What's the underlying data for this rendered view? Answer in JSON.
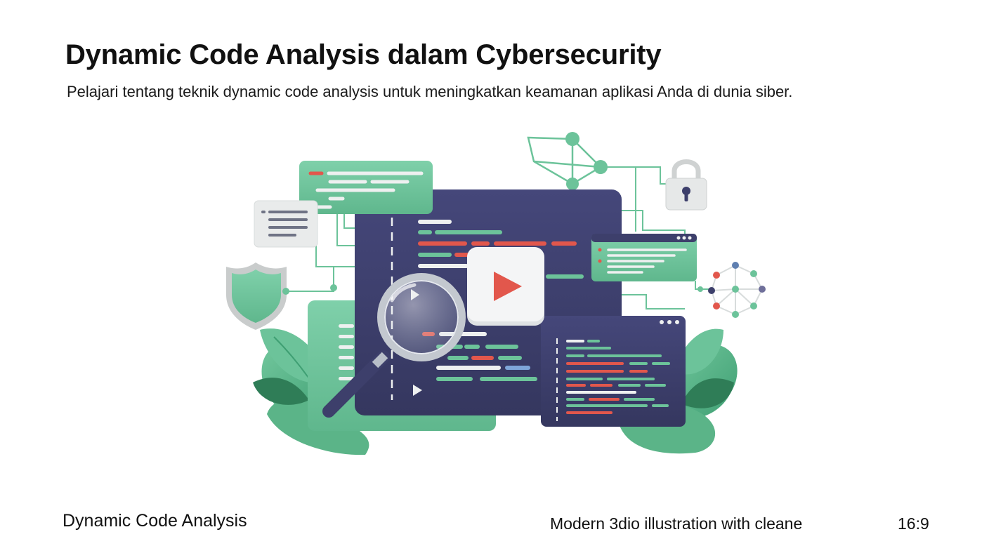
{
  "header": {
    "title": "Dynamic Code Analysis dalam Cybersecurity",
    "subtitle": "Pelajari tentang teknik dynamic code analysis untuk meningkatkan keamanan aplikasi Anda di dunia siber."
  },
  "illustration": {
    "icons": [
      "code-window-icon",
      "play-button-icon",
      "magnifier-icon",
      "shield-icon",
      "padlock-icon",
      "network-nodes-icon",
      "leaf-icon"
    ],
    "colors": {
      "navy": "#3d3f6b",
      "mint": "#6cc39a",
      "red": "#e2574c",
      "light": "#eef0f0",
      "leaf": "#5bb488"
    }
  },
  "footer": {
    "label": "Dynamic Code Analysis",
    "description": "Modern 3dio illustration with cleane",
    "aspect_ratio": "16:9"
  }
}
